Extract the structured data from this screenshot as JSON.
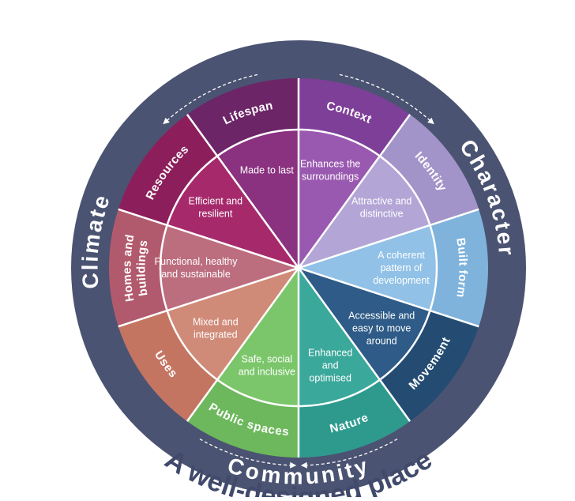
{
  "diagram": {
    "title": "A well-designed place",
    "ring_labels": [
      {
        "id": "climate",
        "text": "Climate"
      },
      {
        "id": "character",
        "text": "Character"
      },
      {
        "id": "community",
        "text": "Community"
      }
    ],
    "segments": [
      {
        "id": "context",
        "label": "Context",
        "lines": [
          "Enhances the",
          "surroundings"
        ],
        "color": "#7d3f97",
        "inner_color": "#9a59b0"
      },
      {
        "id": "identity",
        "label": "Identity",
        "lines": [
          "Attractive and",
          "distinctive"
        ],
        "color": "#a294c8",
        "inner_color": "#b3a6d6"
      },
      {
        "id": "built-form",
        "label": "Built form",
        "lines": [
          "A coherent",
          "pattern of",
          "development"
        ],
        "color": "#7fb3dc",
        "inner_color": "#91c1e6"
      },
      {
        "id": "movement",
        "label": "Movement",
        "lines": [
          "Accessible and",
          "easy to move",
          "around"
        ],
        "color": "#244c73",
        "inner_color": "#2e5b87"
      },
      {
        "id": "nature",
        "label": "Nature",
        "lines": [
          "Enhanced",
          "and",
          "optimised"
        ],
        "color": "#2e9a8e",
        "inner_color": "#3aa89b"
      },
      {
        "id": "public-spaces",
        "label": "Public spaces",
        "lines": [
          "Safe, social",
          "and inclusive"
        ],
        "color": "#6db85c",
        "inner_color": "#7bc66a"
      },
      {
        "id": "uses",
        "label": "Uses",
        "lines": [
          "Mixed and",
          "integrated"
        ],
        "color": "#c47562",
        "inner_color": "#d08a78"
      },
      {
        "id": "homes-and-buildings",
        "label": "Homes and buildings",
        "lines": [
          "Functional, healthy",
          "and sustainable"
        ],
        "color": "#b25a6d",
        "inner_color": "#bc6d7e"
      },
      {
        "id": "resources",
        "label": "Resources",
        "lines": [
          "Efficient and",
          "resilient"
        ],
        "color": "#8c1f5b",
        "inner_color": "#a62a6b"
      },
      {
        "id": "lifespan",
        "label": "Lifespan",
        "lines": [
          "Made to last"
        ],
        "color": "#6c2567",
        "inner_color": "#8a3180"
      }
    ],
    "colors": {
      "ring": "#4b5372",
      "title": "#414a6b",
      "divider": "#ffffff"
    }
  }
}
